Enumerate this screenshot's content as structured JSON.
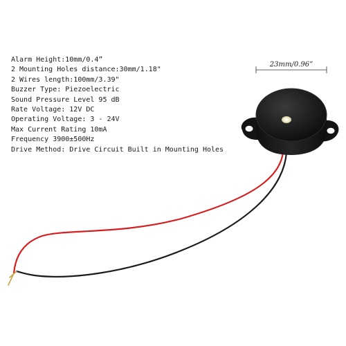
{
  "specs": [
    "Alarm Height:10mm/0.4”",
    "2 Mounting Holes distance:30mm/1.18\"",
    "2 Wires length:100mm/3.39\"",
    "Buzzer Type: Piezoelectric",
    "Sound Pressure Level 95 dB",
    "Rate Voltage: 12V DC",
    "Operating Voltage: 3 - 24V",
    "Max Current Rating 10mA",
    "Frequency 3900±500Hz",
    "Drive Method: Drive Circuit Built in Mounting Holes"
  ],
  "dimension_label": "23mm/0.96”",
  "colors": {
    "buzzer_body": "#1c1c1c",
    "red_wire": "#d51f1f",
    "black_wire": "#1a1a1a",
    "copper_tip": "#c9a34a",
    "led": "#f2eecb"
  }
}
